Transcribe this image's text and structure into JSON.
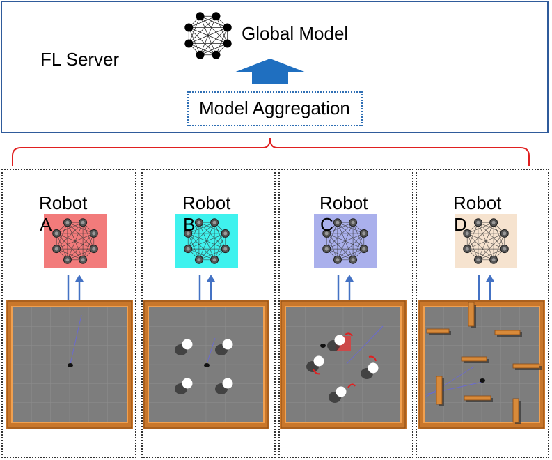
{
  "server": {
    "label": "FL Server",
    "global_model": "Global Model",
    "aggregation": "Model Aggregation"
  },
  "robots": [
    {
      "label": "Robot\nA",
      "color": "#f27b7b",
      "scene": "empty"
    },
    {
      "label": "Robot\nB",
      "color": "#3ff2ee",
      "scene": "static-obstacles"
    },
    {
      "label": "Robot\nC",
      "color": "#aab0ec",
      "scene": "moving-obstacles"
    },
    {
      "label": "Robot\nD",
      "color": "#f6e3cf",
      "scene": "walls"
    }
  ],
  "colors": {
    "server_border": "#2f5b9b",
    "arrow_blue": "#1f6fc0",
    "brace_red": "#e02020",
    "arena_frame": "#d07a2a",
    "arena_floor": "#7a7a7a"
  },
  "icons": [
    "neural-network-icon",
    "up-arrow-icon",
    "bidirectional-arrow-icon"
  ]
}
